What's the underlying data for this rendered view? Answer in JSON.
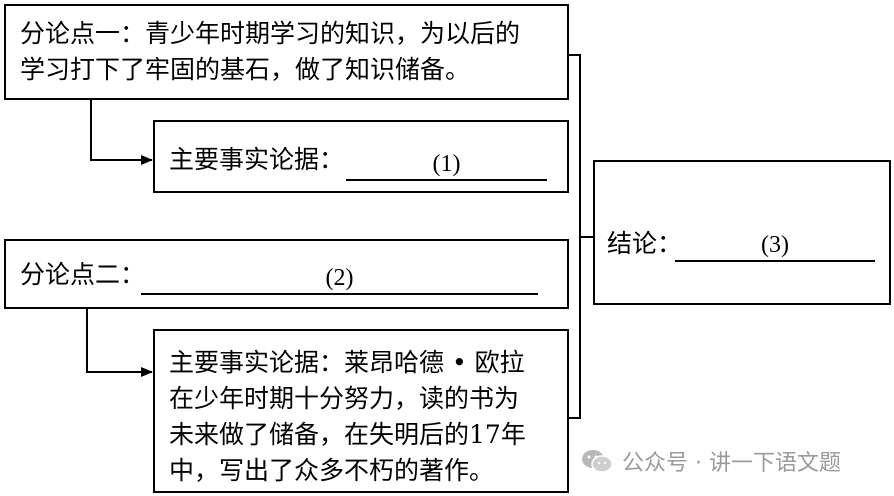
{
  "point1": {
    "line1": "分论点一：青少年时期学习的知识，为以后的",
    "line2": "学习打下了牢固的基石，做了知识储备。"
  },
  "fact1": {
    "label": "主要事实论据：",
    "blank": "(1)"
  },
  "point2": {
    "label": "分论点二：",
    "blank": "(2)"
  },
  "fact2": {
    "line1": "主要事实论据：莱昂哈德 • 欧拉",
    "line2": "在少年时期十分努力，读的书为",
    "line3": "未来做了储备，在失明后的17年",
    "line4": "中，写出了众多不朽的著作。"
  },
  "conclusion": {
    "label": "结论：",
    "blank": "(3)"
  },
  "watermark": {
    "text": "公众号 · 讲一下语文题",
    "icon": "wechat-icon"
  }
}
